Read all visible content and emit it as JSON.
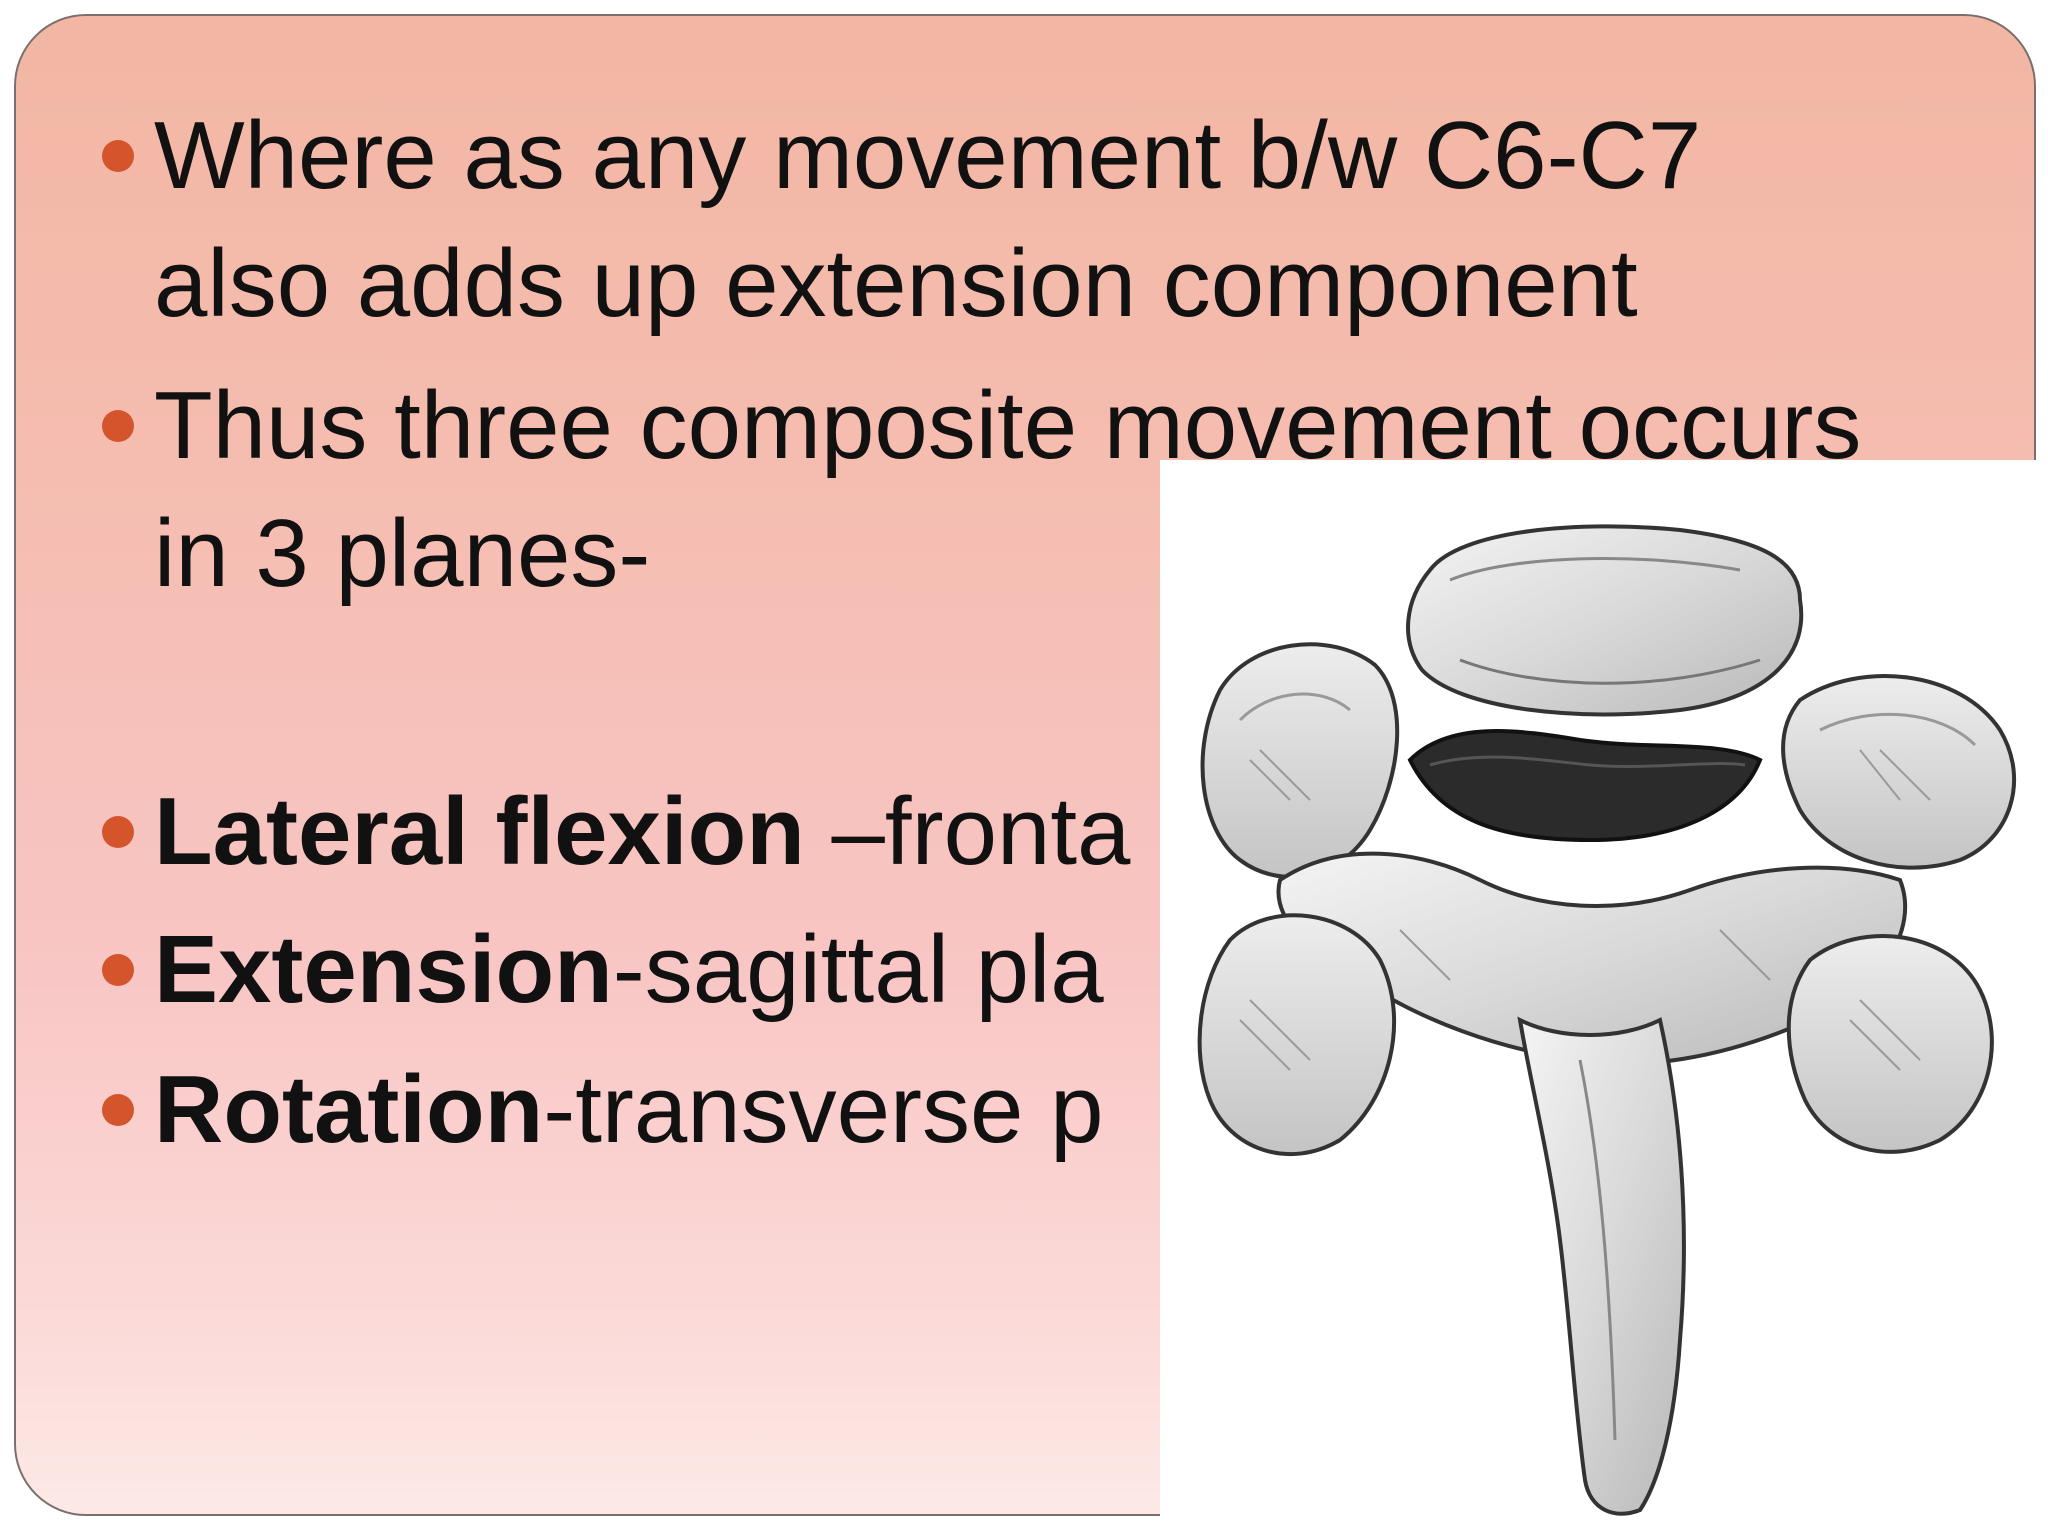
{
  "slide": {
    "bullets": [
      {
        "lines": [
          "Where as any movement b/w C6-C7",
          "also adds up extension component"
        ]
      },
      {
        "lines": [
          "Thus three composite movement occurs",
          "in 3 planes-"
        ]
      },
      {
        "bold": "Lateral flexion",
        "rest": " –fronta"
      },
      {
        "bold": "Extension",
        "rest": "-sagittal pla"
      },
      {
        "bold": "Rotation",
        "rest": "-transverse p"
      }
    ]
  },
  "colors": {
    "bullet": "#d4552c",
    "panel_top": "#f2b6a3",
    "panel_bottom": "#fce9e6",
    "text": "#111111"
  }
}
